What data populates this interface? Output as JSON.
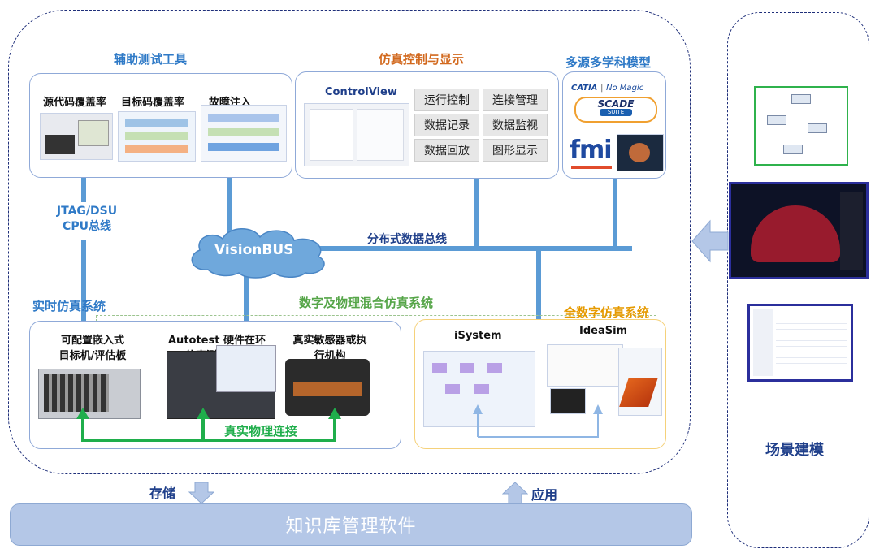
{
  "sections": {
    "aux_tools": "辅助测试工具",
    "sim_control": "仿真控制与显示",
    "multi_model": "多源多学科模型",
    "realtime": "实时仿真系统",
    "hybrid": "数字及物理混合仿真系统",
    "full_digital": "全数字仿真系统",
    "scene": "场景建模"
  },
  "aux": {
    "source_cov": "源代码覆盖率",
    "target_cov": "目标码覆盖率",
    "fault": "故障注入"
  },
  "control": {
    "controlview": "ControlView",
    "buttons": [
      "运行控制",
      "连接管理",
      "数据记录",
      "数据监视",
      "数据回放",
      "图形显示"
    ]
  },
  "models": {
    "catia": "CATIA",
    "nomagic": "No Magic",
    "scade": "SCADE",
    "suite": "SUITE",
    "fmi": "fmi"
  },
  "bus": {
    "jtag_line1": "JTAG/DSU",
    "jtag_line2": "CPU总线",
    "visionbus": "VisionBUS",
    "distributed": "分布式数据总线"
  },
  "realtime": {
    "target_line1": "可配置嵌入式",
    "target_line2": "目标机/评估板",
    "autotest_line1": "Autotest 硬件在环",
    "autotest_line2": "仿真测试设备",
    "sensor_line1": "真实敏感器或执",
    "sensor_line2": "行机构",
    "physical": "真实物理连接"
  },
  "digital": {
    "isystem": "iSystem",
    "ideasim": "IdeaSim"
  },
  "bottom": {
    "store": "存储",
    "apply": "应用",
    "kb": "知识库管理软件"
  },
  "colors": {
    "bus": "#5b9bd5",
    "green": "#1fae4b",
    "frame": "#1f2f7a",
    "kb": "#b4c7e7"
  }
}
